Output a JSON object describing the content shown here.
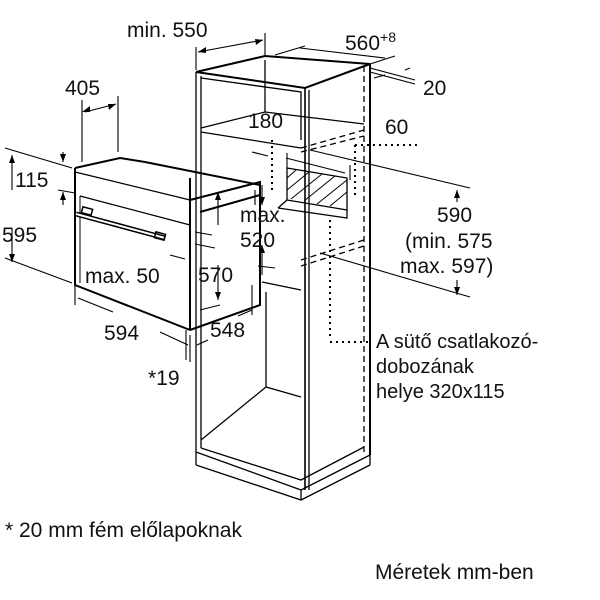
{
  "diagram": {
    "title": "Oven built-in installation dimensions (tall cabinet)",
    "dimensions": {
      "cabinet_depth": "min. 550",
      "cabinet_width": "560",
      "cabinet_width_tolerance": "+8",
      "top_gap": "20",
      "oven_top_depth": "405",
      "oven_top_height": "115",
      "oven_height": "595",
      "handle_protrusion": "max. 50",
      "oven_body_height": "570",
      "oven_width": "594",
      "oven_body_width": "548",
      "front_panel": "*19",
      "shelf_depth": "180",
      "rear_gap": "60",
      "max_depth_line1": "max.",
      "max_depth_line2": "520",
      "niche_height": "590",
      "niche_height_min": "(min. 575",
      "niche_height_max": "max. 597)"
    },
    "socket_note": {
      "line1": "A sütő csatlakozó-",
      "line2": "dobozának",
      "line3": "helye 320x115"
    },
    "footnote": "* 20 mm fém előlapoknak",
    "units_note": "Méretek mm-ben"
  }
}
